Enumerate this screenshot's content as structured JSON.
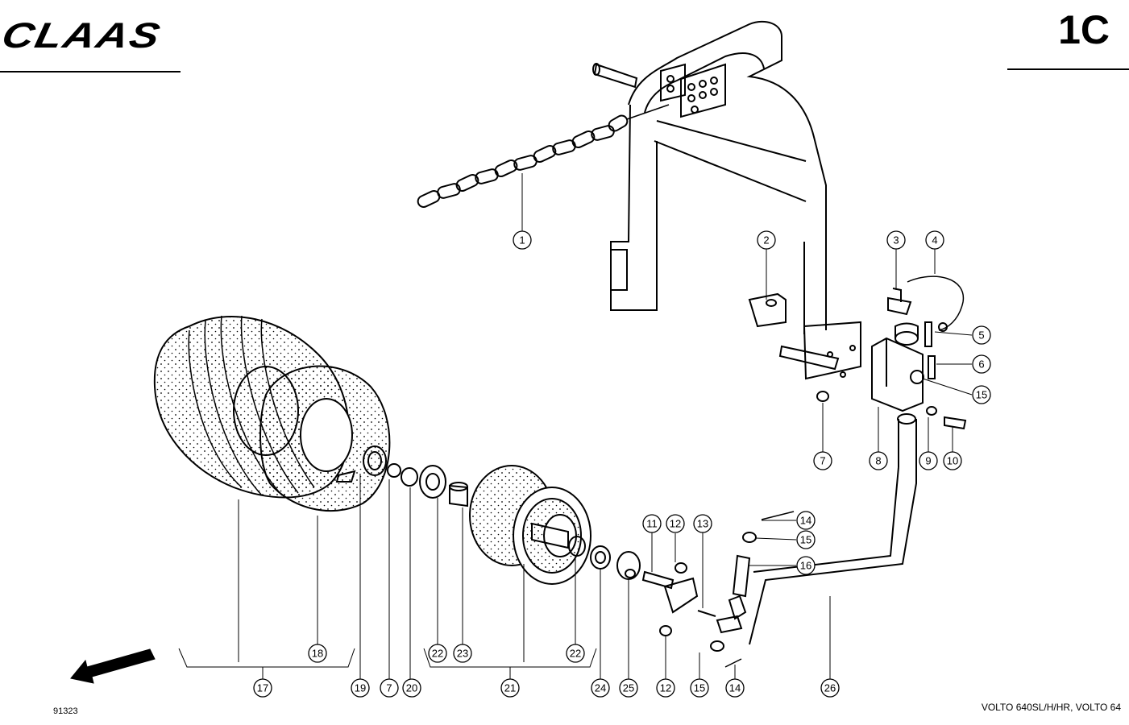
{
  "header": {
    "brand": "CLAAS",
    "page_code": "1C"
  },
  "footer": {
    "drawing_number": "91323",
    "models": "VOLTO 640SL/H/HR, VOLTO 64"
  },
  "callouts": [
    {
      "id": "c1",
      "label": "1"
    },
    {
      "id": "c2",
      "label": "2"
    },
    {
      "id": "c3",
      "label": "3"
    },
    {
      "id": "c4",
      "label": "4"
    },
    {
      "id": "c5",
      "label": "5"
    },
    {
      "id": "c6",
      "label": "6"
    },
    {
      "id": "c15a",
      "label": "15"
    },
    {
      "id": "c7a",
      "label": "7"
    },
    {
      "id": "c8",
      "label": "8"
    },
    {
      "id": "c9",
      "label": "9"
    },
    {
      "id": "c10",
      "label": "10"
    },
    {
      "id": "c14a",
      "label": "14"
    },
    {
      "id": "c15b",
      "label": "15"
    },
    {
      "id": "c16",
      "label": "16"
    },
    {
      "id": "c11",
      "label": "11"
    },
    {
      "id": "c12a",
      "label": "12"
    },
    {
      "id": "c13",
      "label": "13"
    },
    {
      "id": "c18",
      "label": "18"
    },
    {
      "id": "c22a",
      "label": "22"
    },
    {
      "id": "c23",
      "label": "23"
    },
    {
      "id": "c22b",
      "label": "22"
    },
    {
      "id": "c17",
      "label": "17"
    },
    {
      "id": "c19",
      "label": "19"
    },
    {
      "id": "c7b",
      "label": "7"
    },
    {
      "id": "c20",
      "label": "20"
    },
    {
      "id": "c21",
      "label": "21"
    },
    {
      "id": "c24",
      "label": "24"
    },
    {
      "id": "c25",
      "label": "25"
    },
    {
      "id": "c12b",
      "label": "12"
    },
    {
      "id": "c15c",
      "label": "15"
    },
    {
      "id": "c14b",
      "label": "14"
    },
    {
      "id": "c26",
      "label": "26"
    }
  ]
}
